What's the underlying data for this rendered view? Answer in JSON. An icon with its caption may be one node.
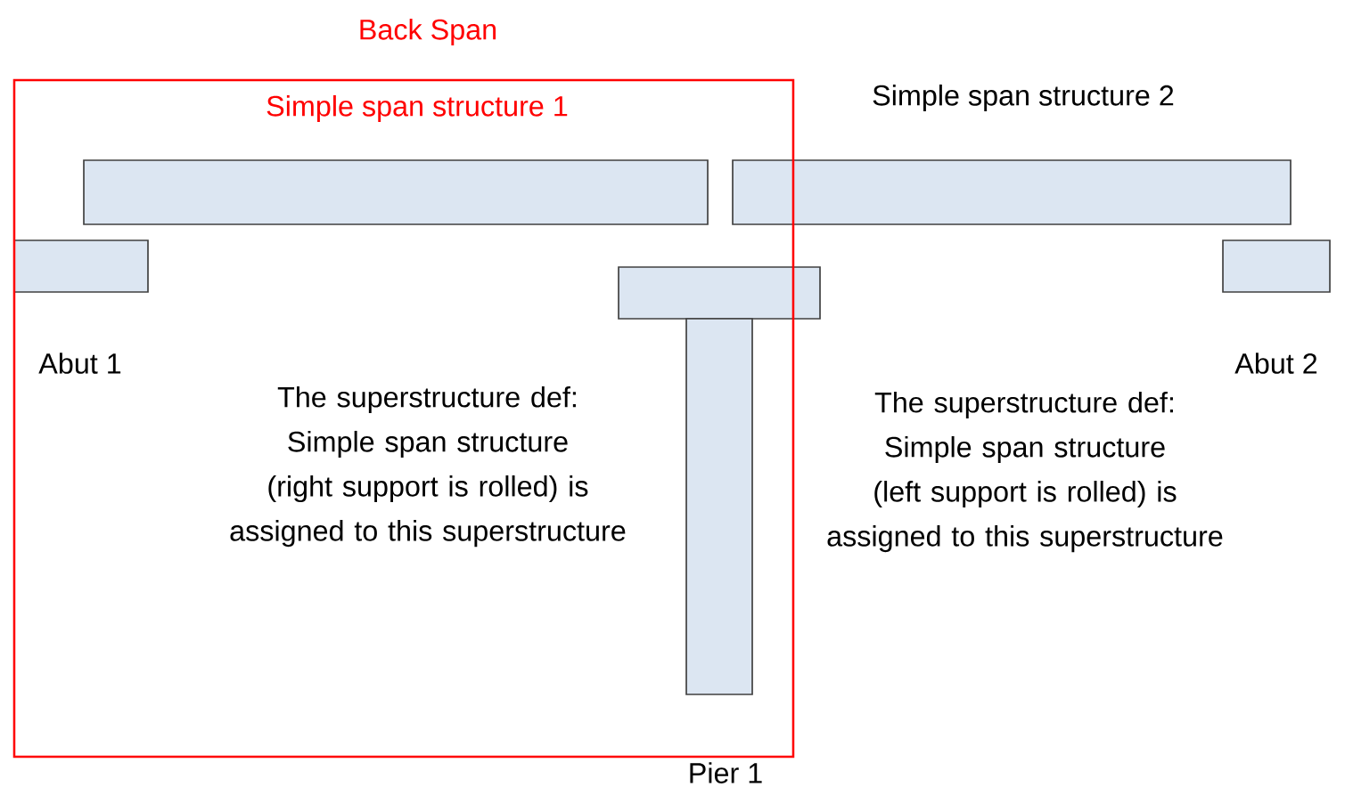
{
  "diagram": {
    "nodes": [
      {
        "text": [
          "Back Span",
          "Simple span structure 1"
        ]
      }
    ],
    "labels": [
      "Simple span structure 2",
      "Abut 1",
      "The superstructure def: Simple span structure (right support is rolled) is assigned to this superstructure",
      "The superstructure def: Simple span structure (left support is rolled) is assigned to this superstructure",
      "Abut 2",
      "Pier 1"
    ]
  }
}
